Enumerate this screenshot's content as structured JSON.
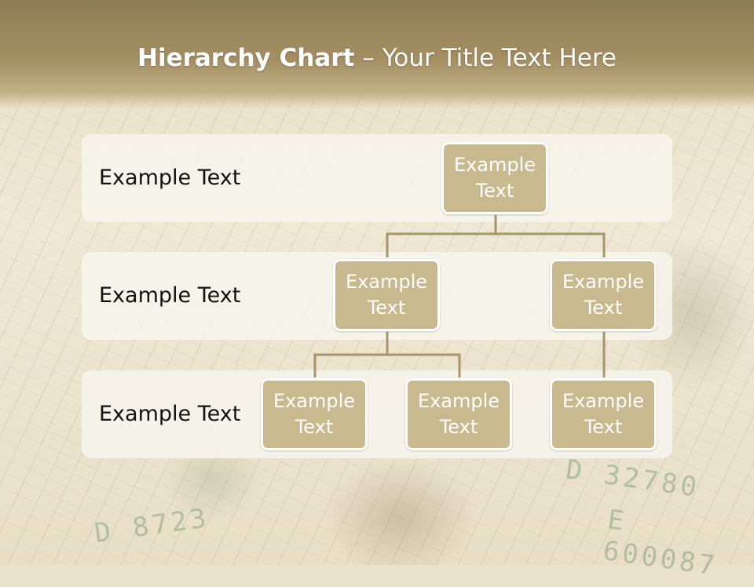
{
  "slide": {
    "title_bold": "Hierarchy Chart",
    "title_rest": " – Your Title Text Here"
  },
  "levels": [
    {
      "label": "Example Text"
    },
    {
      "label": "Example Text"
    },
    {
      "label": "Example Text"
    }
  ],
  "nodes": {
    "root": {
      "label": "Example Text"
    },
    "level2_left": {
      "label": "Example Text"
    },
    "level2_right": {
      "label": "Example Text"
    },
    "level3_a": {
      "label": "Example Text"
    },
    "level3_b": {
      "label": "Example Text"
    },
    "level3_c": {
      "label": "Example Text"
    }
  },
  "colors": {
    "node_fill": "#c9b98f",
    "node_border": "#ffffff",
    "connector": "#a8946a",
    "band": "#f7f5ee",
    "title_bar": "#9c875c"
  }
}
